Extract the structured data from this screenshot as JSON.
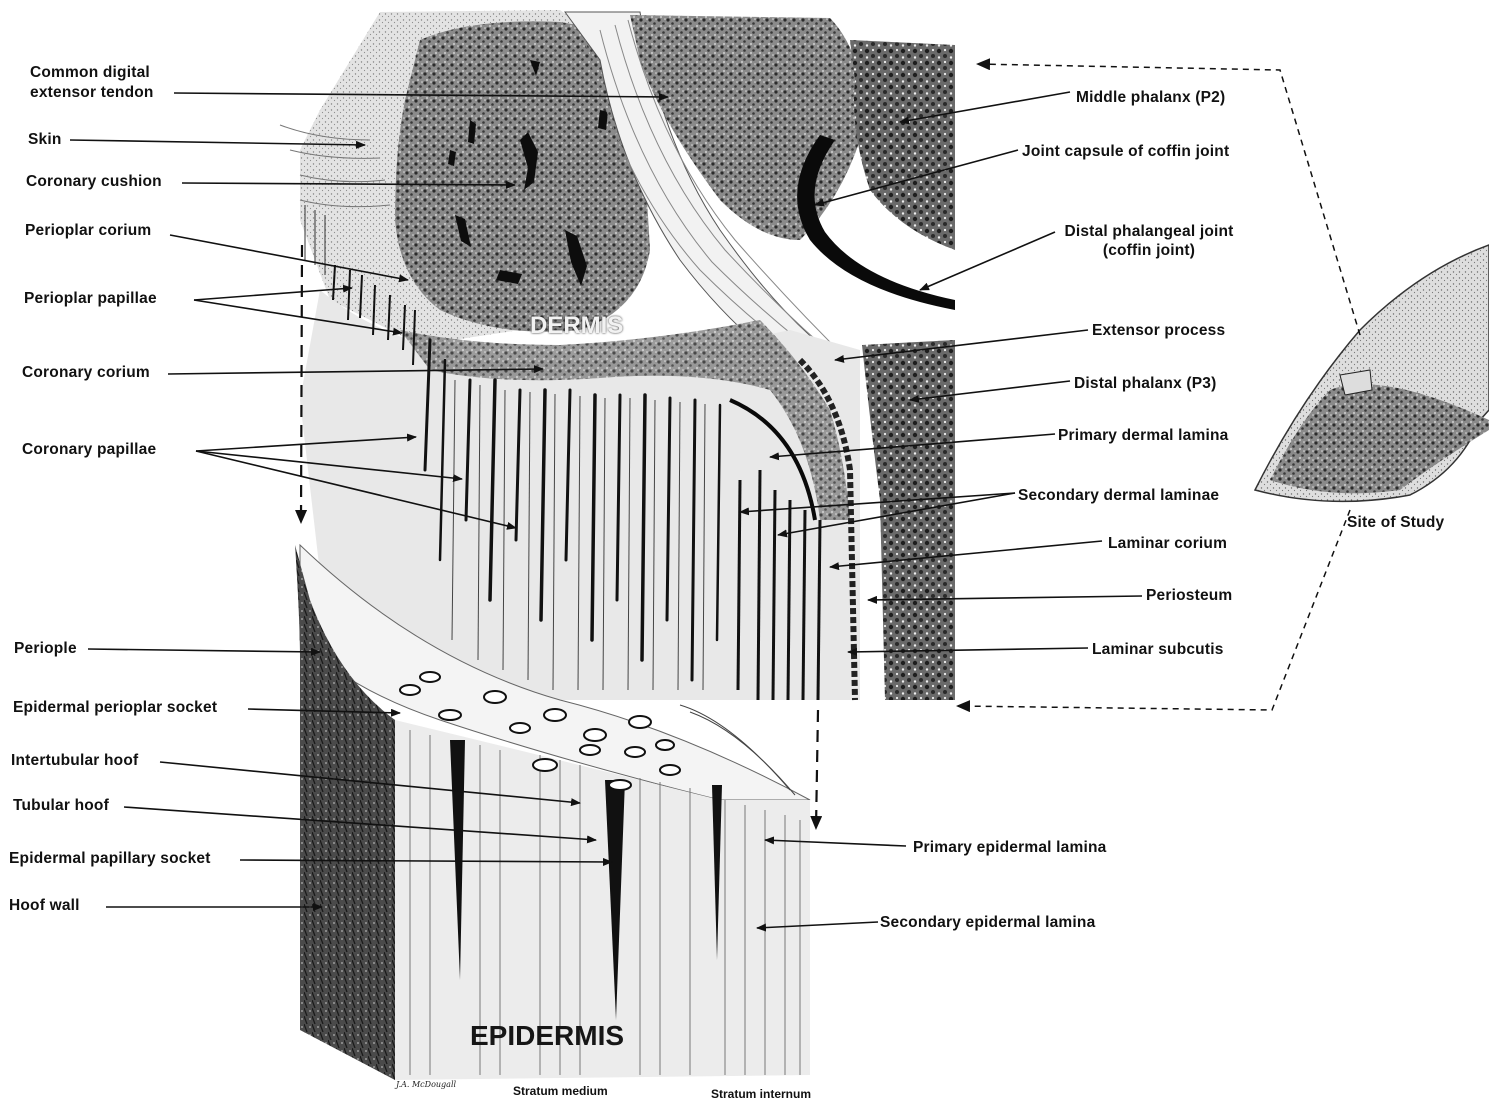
{
  "labels": {
    "common_digital_extensor_tendon": "Common digital extensor tendon",
    "skin": "Skin",
    "coronary_cushion": "Coronary cushion",
    "perioplar_corium": "Perioplar corium",
    "perioplar_papillae": "Perioplar papillae",
    "coronary_corium": "Coronary corium",
    "coronary_papillae": "Coronary papillae",
    "periople": "Periople",
    "epidermal_perioplar_socket": "Epidermal perioplar socket",
    "intertubular_hoof": "Intertubular hoof",
    "tubular_hoof": "Tubular hoof",
    "epidermal_papillary_socket": "Epidermal papillary socket",
    "hoof_wall": "Hoof wall",
    "middle_phalanx": "Middle phalanx (P2)",
    "joint_capsule": "Joint capsule of coffin joint",
    "distal_phalangeal_joint_line1": "Distal phalangeal joint",
    "distal_phalangeal_joint_line2": "(coffin joint)",
    "extensor_process": "Extensor process",
    "distal_phalanx": "Distal phalanx (P3)",
    "primary_dermal_lamina": "Primary dermal lamina",
    "secondary_dermal_laminae": "Secondary dermal laminae",
    "laminar_corium": "Laminar corium",
    "periosteum": "Periosteum",
    "laminar_subcutis": "Laminar subcutis",
    "primary_epidermal_lamina": "Primary epidermal lamina",
    "secondary_epidermal_lamina": "Secondary epidermal lamina",
    "site_of_study": "Site of Study"
  },
  "regions": {
    "dermis": "DERMIS",
    "epidermis": "EPIDERMIS"
  },
  "footer": {
    "stratum_medium": "Stratum medium",
    "stratum_internum": "Stratum internum",
    "signature": "J.A. McDougall"
  },
  "colors": {
    "ink": "#111111",
    "bone_fill": "#5d5d5d",
    "dermis_fill": "#6f6f6f",
    "background": "#ffffff"
  }
}
